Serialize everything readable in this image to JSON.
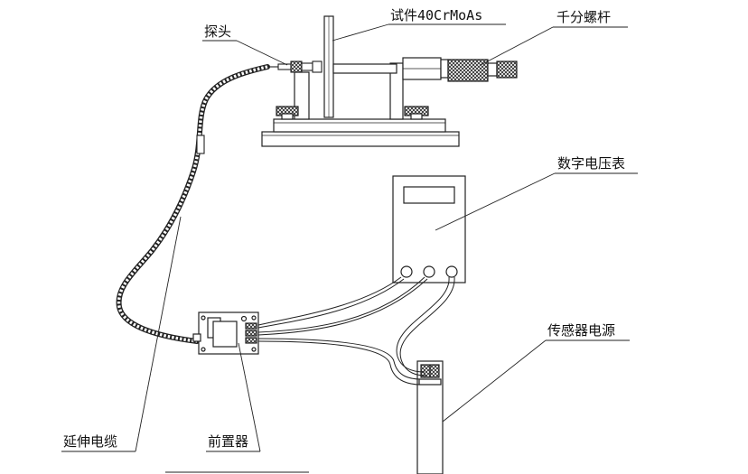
{
  "labels": {
    "probe": "探头",
    "specimen": "试件40CrMoAs",
    "micrometer": "千分螺杆",
    "voltmeter": "数字电压表",
    "power": "传感器电源",
    "cable": "延伸电缆",
    "preamp": "前置器"
  },
  "colors": {
    "line": "#222222",
    "background": "#ffffff"
  }
}
